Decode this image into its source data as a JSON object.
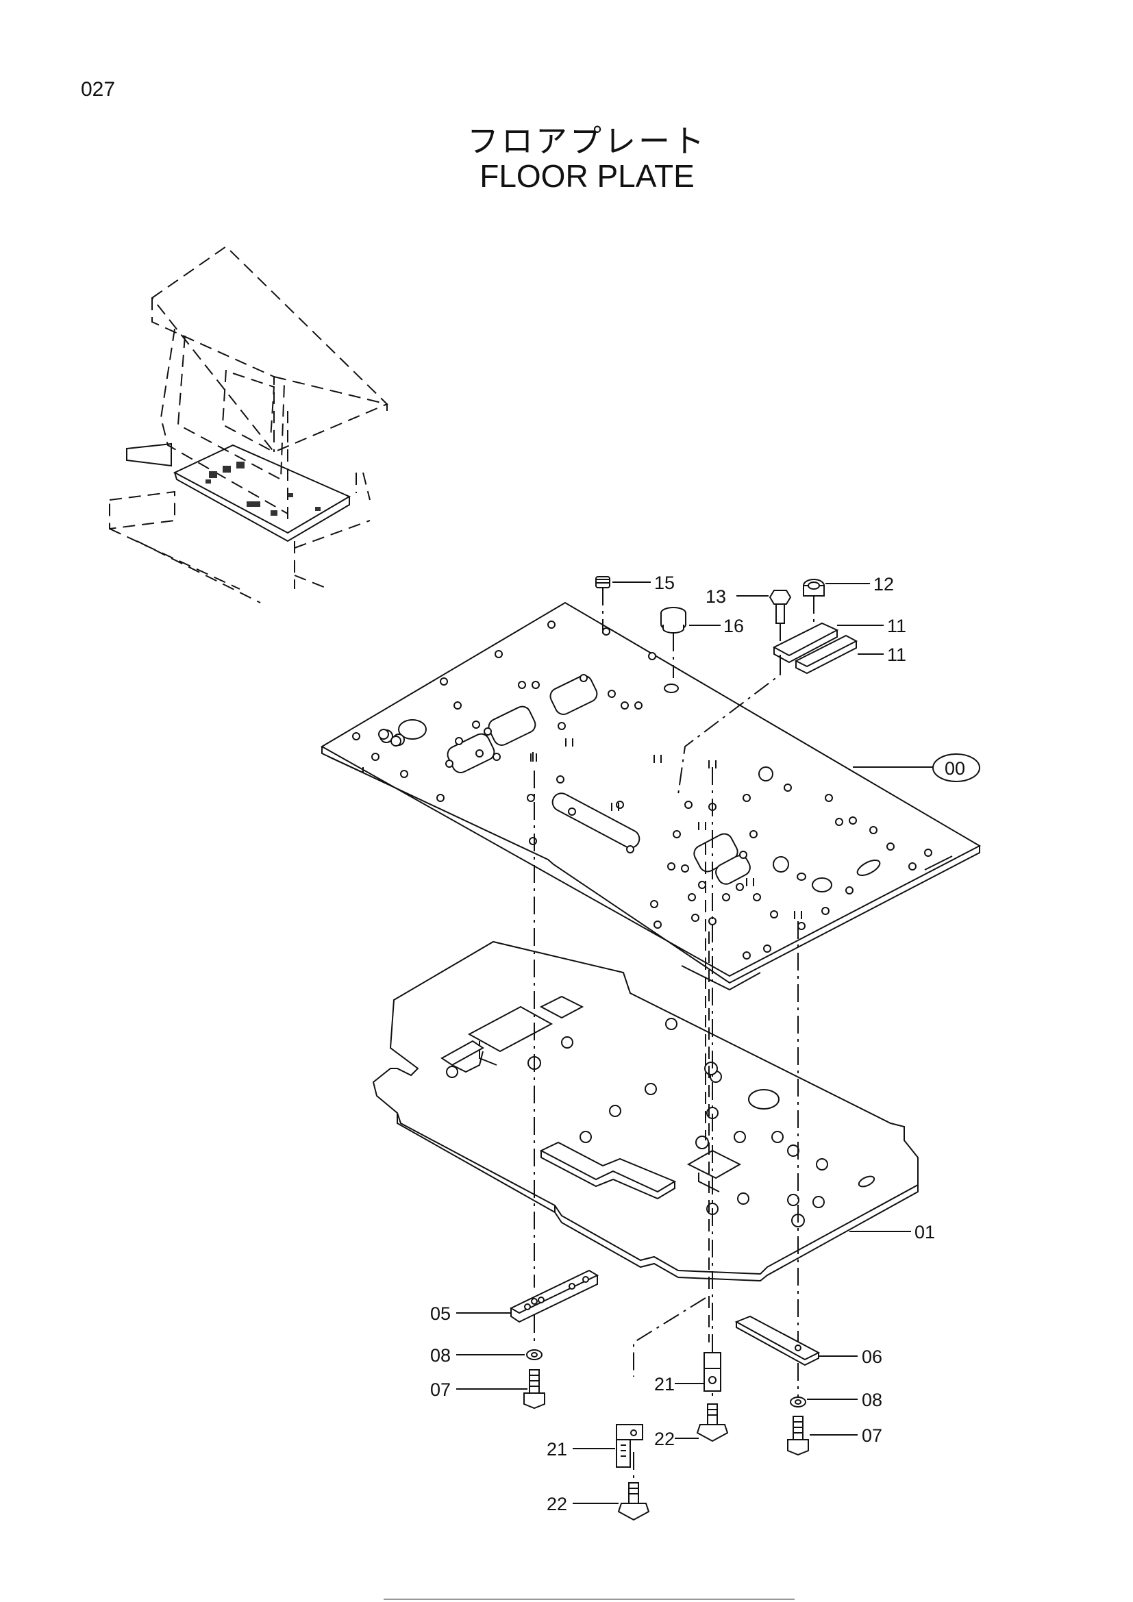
{
  "page": {
    "number": "027"
  },
  "title": {
    "japanese": "フロアプレート",
    "english": "FLOOR PLATE"
  },
  "callouts": {
    "c15": "15",
    "c13": "13",
    "c12": "12",
    "c16": "16",
    "c11a": "11",
    "c11b": "11",
    "c00": "00",
    "c01": "01",
    "c05": "05",
    "c08a": "08",
    "c07a": "07",
    "c21a": "21",
    "c22a": "22",
    "c21b": "21",
    "c22b": "22",
    "c06": "06",
    "c08b": "08",
    "c07b": "07"
  }
}
